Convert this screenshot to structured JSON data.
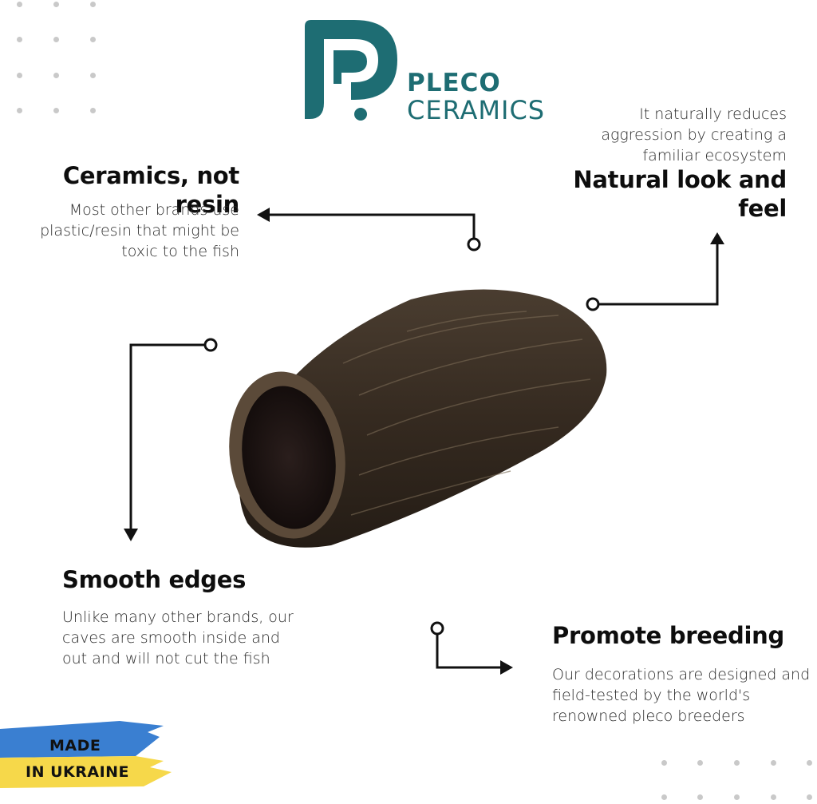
{
  "brand": {
    "line1": "PLECO",
    "line2": "CERAMICS",
    "color": "#1e6d73"
  },
  "features": {
    "ceramics": {
      "title": "Ceramics, not resin",
      "description": [
        "Most other brands use",
        "plastic/resin that might be",
        "toxic to the fish"
      ]
    },
    "natural": {
      "title": [
        "Natural look and",
        "feel"
      ],
      "description": [
        "It naturally reduces",
        "aggression by creating a",
        "familiar ecosystem"
      ]
    },
    "smooth": {
      "title": "Smooth edges",
      "description": [
        "Unlike many other brands, our",
        "caves are smooth inside and",
        "out and will not cut the fish"
      ]
    },
    "breeding": {
      "title": "Promote breeding",
      "description": [
        "Our decorations are designed and",
        "field-tested by the world's",
        "renowned  pleco breeders"
      ]
    }
  },
  "badge": {
    "line1": "MADE",
    "line2": "IN UKRAINE",
    "colors": {
      "blue": "#3a7fd1",
      "yellow": "#f6d84a"
    }
  },
  "icons": [
    "pleco-ceramics-logo",
    "log-cave-image",
    "arrow-left",
    "arrow-up",
    "arrow-down",
    "arrow-right"
  ]
}
